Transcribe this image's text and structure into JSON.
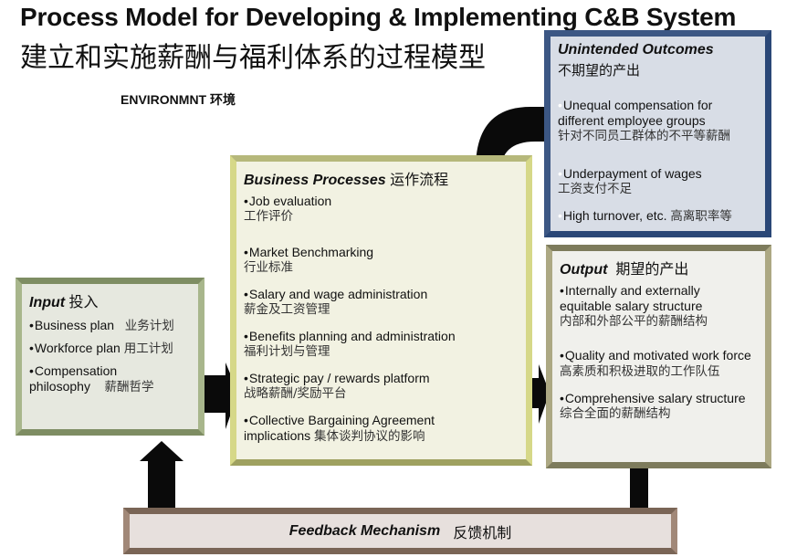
{
  "title": {
    "english": "Process Model for Developing & Implementing C&B System",
    "chinese": "建立和实施薪酬与福利体系的过程模型"
  },
  "environment_label": "ENVIRONMNT 环境",
  "input": {
    "heading": "Input",
    "heading_zh": "投入",
    "items": [
      {
        "en": "Business plan",
        "zh": "业务计划"
      },
      {
        "en": "Workforce plan",
        "zh": "用工计划"
      },
      {
        "en": "Compensation philosophy",
        "zh": "薪酬哲学"
      }
    ]
  },
  "business_processes": {
    "heading": "Business Processes",
    "heading_zh": "运作流程",
    "items": [
      {
        "en": "Job evaluation",
        "zh": "工作评价"
      },
      {
        "en": "Market Benchmarking",
        "zh": "行业标准"
      },
      {
        "en": "Salary and wage administration",
        "zh": "薪金及工资管理"
      },
      {
        "en": "Benefits planning and administration",
        "zh": "福利计划与管理"
      },
      {
        "en": "Strategic pay / rewards platform",
        "zh": "战略薪酬/奖励平台"
      },
      {
        "en": "Collective Bargaining Agreement implications",
        "zh": "集体谈判协议的影响"
      }
    ]
  },
  "unintended_outcomes": {
    "heading": "Unintended Outcomes",
    "heading_zh": "不期望的产出",
    "items": [
      {
        "en": "Unequal compensation for different employee groups",
        "zh": "针对不同员工群体的不平等薪酬"
      },
      {
        "en": "Underpayment of wages",
        "zh": "工资支付不足"
      },
      {
        "en": "High turnover, etc.",
        "zh": "高离职率等"
      }
    ]
  },
  "output": {
    "heading": "Output",
    "heading_zh": "期望的产出",
    "items": [
      {
        "en": "Internally and externally equitable salary structure",
        "zh": "内部和外部公平的薪酬结构"
      },
      {
        "en": "Quality and motivated work force",
        "zh": "高素质和积极进取的工作队伍"
      },
      {
        "en": "Comprehensive salary structure",
        "zh": "综合全面的薪酬结构"
      }
    ]
  },
  "feedback": {
    "label": "Feedback Mechanism",
    "label_zh": "反馈机制"
  },
  "bullet": "•",
  "colors": {
    "input_fill": "#e6e8df",
    "input_border": "#7e8d63",
    "business_fill": "#f2f2e2",
    "business_border": "#d6d888",
    "unintended_fill": "#d8dde6",
    "unintended_border": "#2a4777",
    "output_fill": "#f0f0ec",
    "output_border": "#aca883",
    "feedback_fill": "#e7e0dd",
    "feedback_border": "#7a6556",
    "arrow": "#0a0a0a"
  }
}
